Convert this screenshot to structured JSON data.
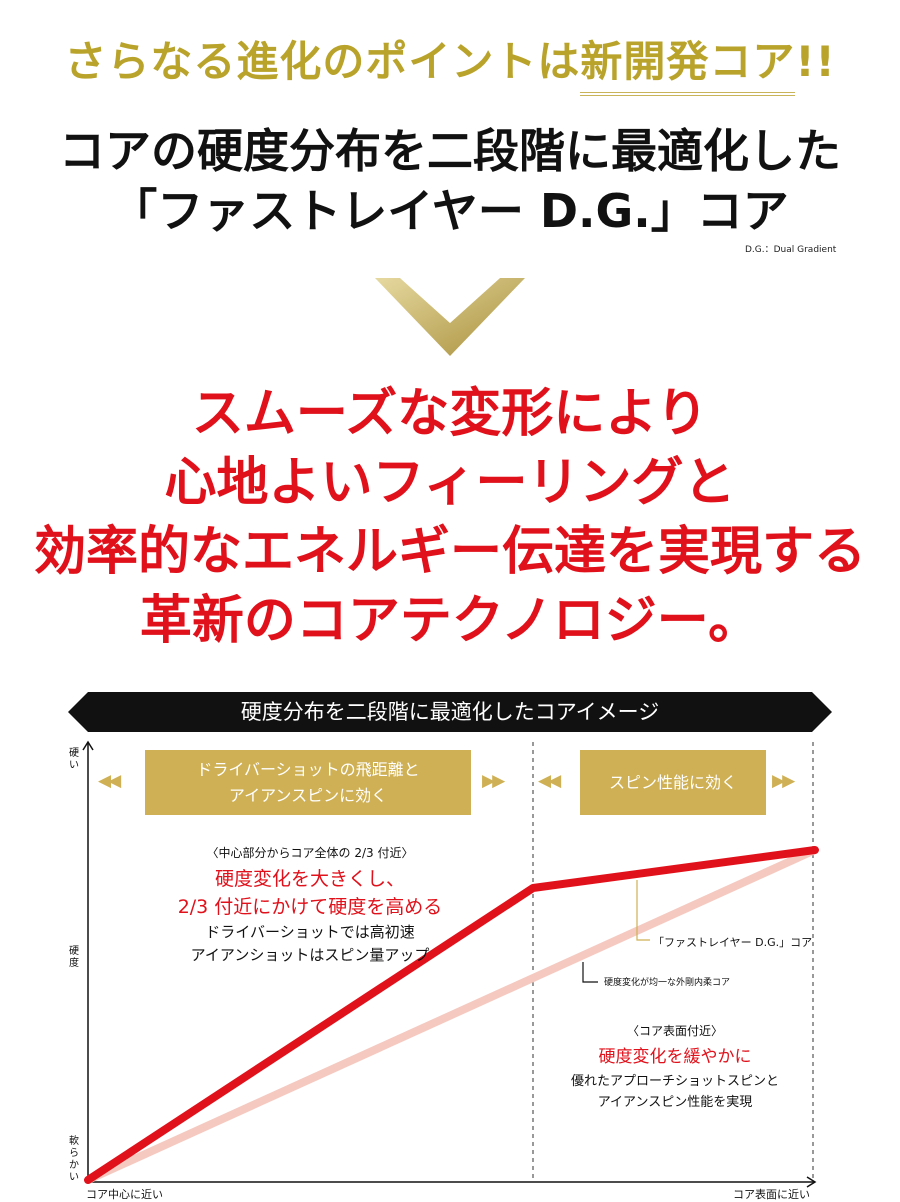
{
  "headline": {
    "prefix": "さらなる進化のポイントは",
    "highlight": "新開発コア",
    "suffix": "!!"
  },
  "subhead": {
    "line1": "コアの硬度分布を二段階に最適化した",
    "line2": "「ファストレイヤー D.G.」コア",
    "note": "D.G.：Dual Gradient"
  },
  "message": {
    "lines": [
      "スムーズな変形により",
      "心地よいフィーリングと",
      "効率的なエネルギー伝達を実現する",
      "革新のコアテクノロジー。"
    ]
  },
  "diagram": {
    "title": "硬度分布を二段階に最適化したコアイメージ",
    "y_axis": {
      "top": "硬い",
      "middle": "硬度",
      "bottom": "軟らかい"
    },
    "x_axis": {
      "left": "コア中心に近い",
      "right": "コア表面に近い"
    },
    "zone1": {
      "box_line1": "ドライバーショットの飛距離と",
      "box_line2": "アイアンスピンに効く",
      "range": "〈中心部分からコア全体の 2/3 付近〉",
      "red1": "硬度変化を大きくし、",
      "red2": "2/3 付近にかけて硬度を高める",
      "desc1": "ドライバーショットでは高初速",
      "desc2": "アイアンショットはスピン量アップ"
    },
    "zone2": {
      "box": "スピン性能に効く",
      "range": "〈コア表面付近〉",
      "red": "硬度変化を緩やかに",
      "desc1": "優れたアプローチショットスピンと",
      "desc2": "アイアンスピン性能を実現"
    },
    "legend": {
      "dg": "「ファストレイヤー D.G.」コア",
      "uniform": "硬度変化が均一な外剛内柔コア"
    },
    "colors": {
      "dg_line": "#e1111b",
      "uniform_line": "#f5c9c0",
      "gold": "#cfb054"
    }
  }
}
